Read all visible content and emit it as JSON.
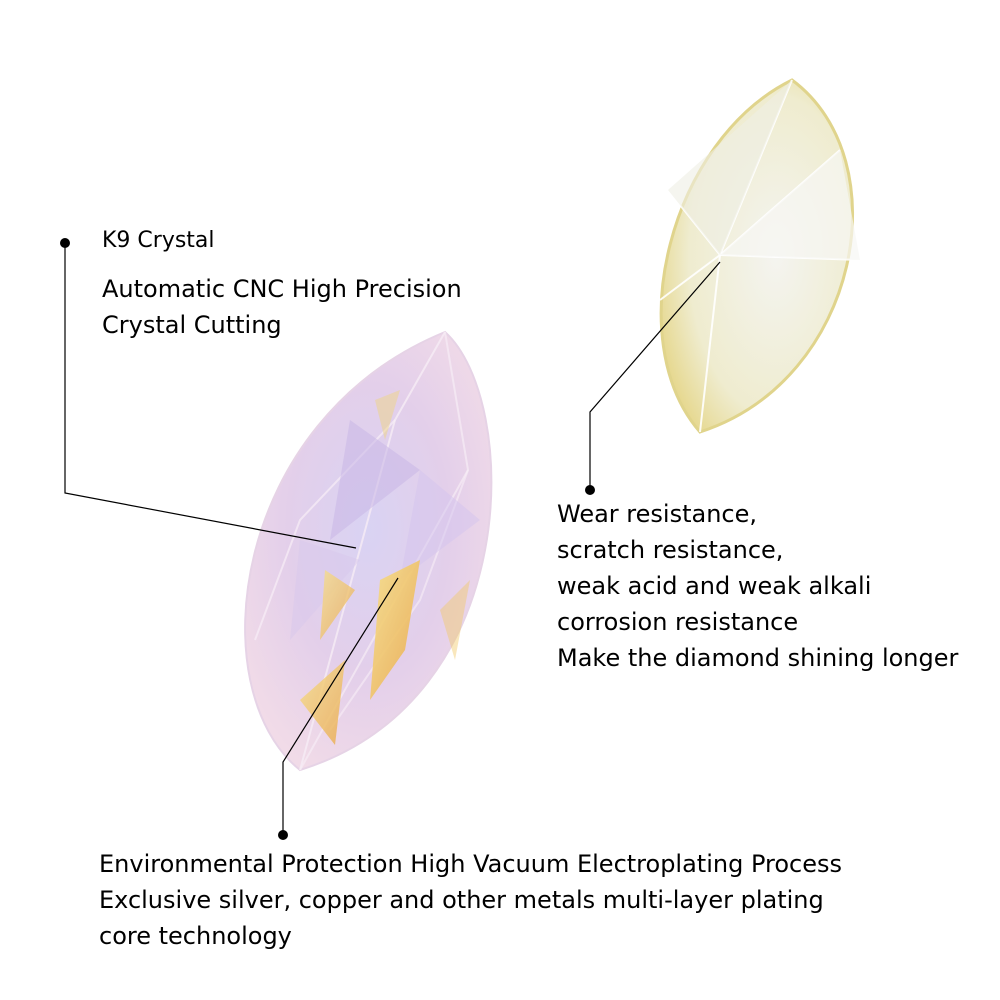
{
  "colors": {
    "text": "#000000",
    "callout_line": "#000000",
    "background": "#ffffff",
    "opal_pink": "#e8cfe6",
    "opal_lavender": "#cfc6ea",
    "opal_amber": "#f2c45a",
    "back_gold": "#e8dca0",
    "back_white": "#f3f3ee"
  },
  "callouts": {
    "material": {
      "title": "K9 Crystal",
      "lines": [
        "Automatic CNC High Precision",
        "Crystal Cutting"
      ]
    },
    "durability": {
      "lines": [
        "Wear resistance,",
        "scratch resistance,",
        "weak acid and weak alkali",
        "corrosion resistance",
        "Make the diamond shining longer"
      ]
    },
    "plating": {
      "lines": [
        "Environmental Protection High Vacuum Electroplating Process",
        "Exclusive silver, copper and other metals multi-layer plating",
        "core technology"
      ]
    }
  }
}
